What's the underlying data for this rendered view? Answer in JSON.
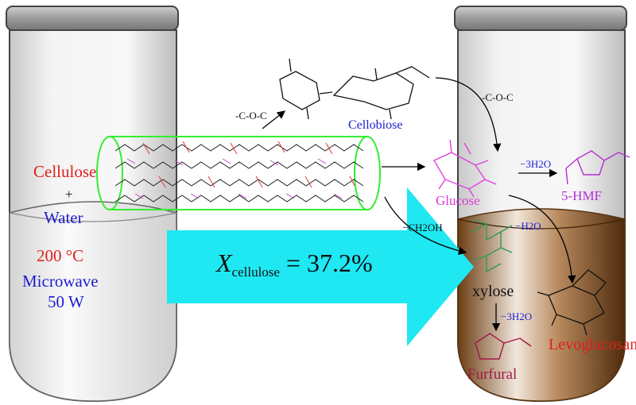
{
  "conditions": {
    "reactant": "Cellulose",
    "plus": "+",
    "solvent": "Water",
    "temperature": "200 °C",
    "heating_line1": "Microwave",
    "heating_line2": "50 W"
  },
  "conversion": {
    "symbol": "X",
    "subscript": "cellulose",
    "equals": " = 37.2%"
  },
  "products": {
    "cellobiose": "Cellobiose",
    "glucose": "Glucose",
    "hmf": "5-HMF",
    "xylose": "xylose",
    "levoglucosan": "Levoglucosan",
    "furfural": "Furfural"
  },
  "arrow_labels": {
    "coc_left": "-C-O-C",
    "coc_right": "-C-O-C",
    "glucose_to_hmf": "−3H2O",
    "glucose_to_levoglucosan": "−H2O",
    "ch2oh_loss": "−CH2OH",
    "xylose_to_furfural": "−3H2O"
  },
  "colors": {
    "arrow": "#1fe8f2",
    "cellulose_tube": "#33ee33",
    "reactor_liquid": "#7a4a1c",
    "glucose": "#e040e0",
    "hmf": "#b52fd8",
    "xylose_structure": "#2f9a5a",
    "furfural_structure": "#a11947",
    "conditions_red": "#e0201c",
    "conditions_blue": "#1d1dcf"
  }
}
